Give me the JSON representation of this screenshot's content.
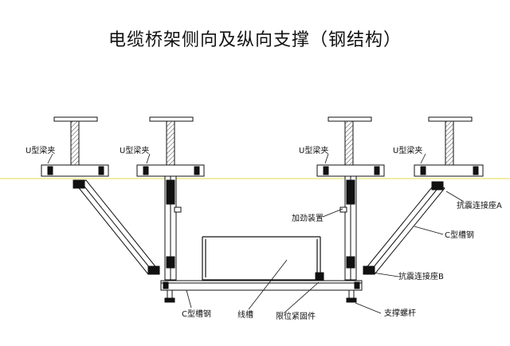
{
  "title": "电缆桥架侧向及纵向支撑（钢结构）",
  "labels": {
    "u_clamp_1": "U型梁夹",
    "u_clamp_2": "U型梁夹",
    "u_clamp_3": "U型梁夹",
    "u_clamp_4": "U型梁夹",
    "stiffener": "加劲装置",
    "seismic_connector_a": "抗震连接座A",
    "c_channel_right": "C型槽钢",
    "seismic_connector_b": "抗震连接座B",
    "c_channel_bottom": "C型槽钢",
    "cable_tray": "线槽",
    "limit_fastener": "限位紧固件",
    "support_screw": "支撑螺杆"
  },
  "colors": {
    "line": "#111111",
    "ref_line": "#e8e88a",
    "fill": "#ffffff",
    "hatch": "#444444"
  }
}
